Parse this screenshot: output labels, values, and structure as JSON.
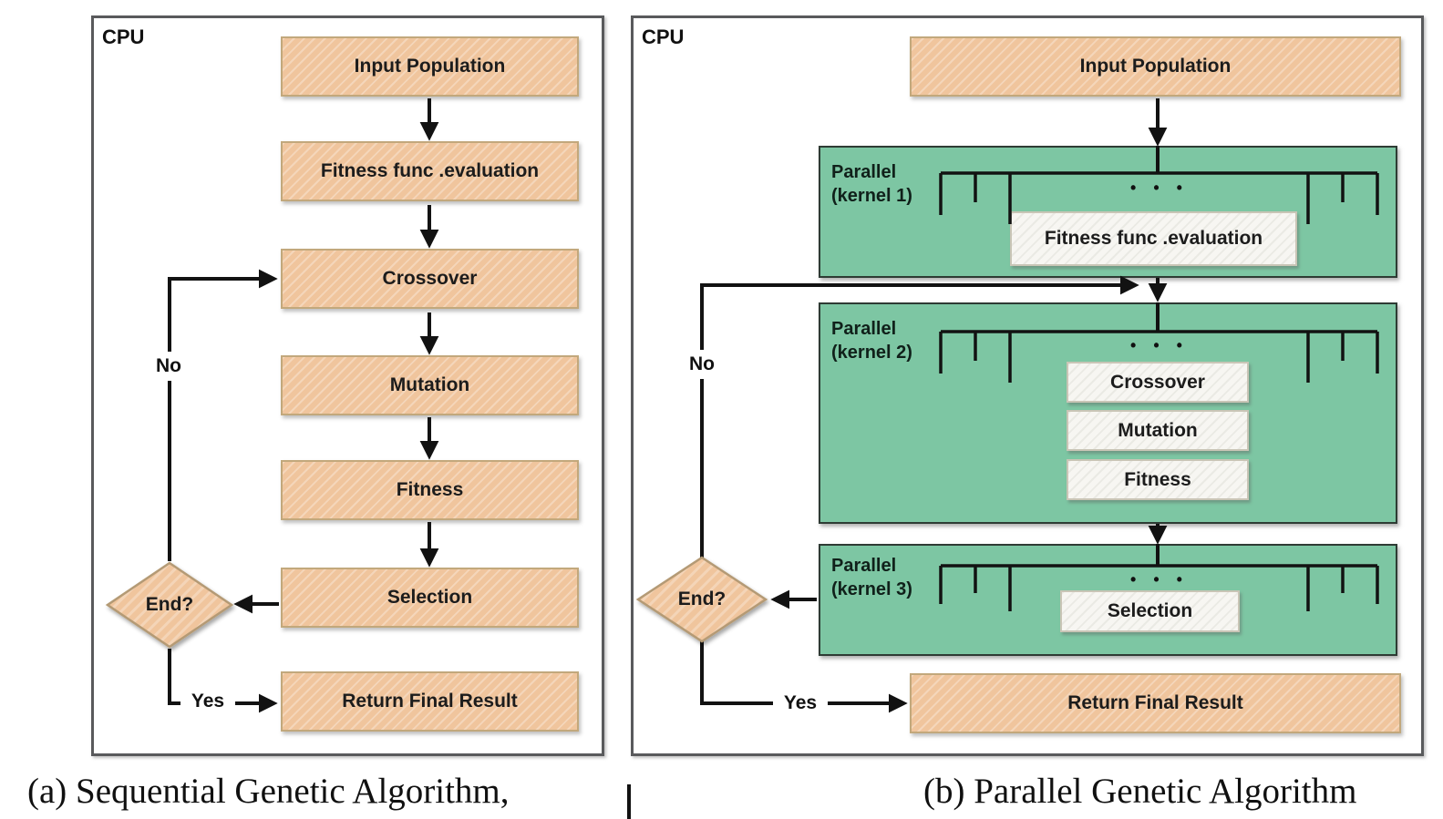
{
  "colors": {
    "box_fill": "#f0c59d",
    "box_border": "#c2a87c",
    "kernel_fill": "#7dc6a3",
    "kernel_border": "#2e3b34",
    "task_fill": "#f7f6f2",
    "task_border": "#c9c5b6",
    "line": "#121212",
    "panel_border": "#595a5c",
    "diamond_border": "#b49a74"
  },
  "panel_a": {
    "cpu_label": "CPU",
    "nodes": {
      "input": "Input Population",
      "fitness_eval": "Fitness func .evaluation",
      "crossover": "Crossover",
      "mutation": "Mutation",
      "fitness": "Fitness",
      "selection": "Selection",
      "result": "Return Final Result"
    },
    "decision": "End?",
    "no_label": "No",
    "yes_label": "Yes",
    "caption": "(a) Sequential Genetic Algorithm,"
  },
  "panel_b": {
    "cpu_label": "CPU",
    "input": "Input Population",
    "kernels": [
      {
        "line1": "Parallel",
        "line2": "(kernel 1)",
        "dots": "• • •",
        "tasks": [
          "Fitness func .evaluation"
        ]
      },
      {
        "line1": "Parallel",
        "line2": "(kernel 2)",
        "dots": "• • •",
        "tasks": [
          "Crossover",
          "Mutation",
          "Fitness"
        ]
      },
      {
        "line1": "Parallel",
        "line2": "(kernel 3)",
        "dots": "• • •",
        "tasks": [
          "Selection"
        ]
      }
    ],
    "decision": "End?",
    "no_label": "No",
    "yes_label": "Yes",
    "result": "Return Final Result",
    "caption": "(b) Parallel Genetic Algorithm"
  }
}
